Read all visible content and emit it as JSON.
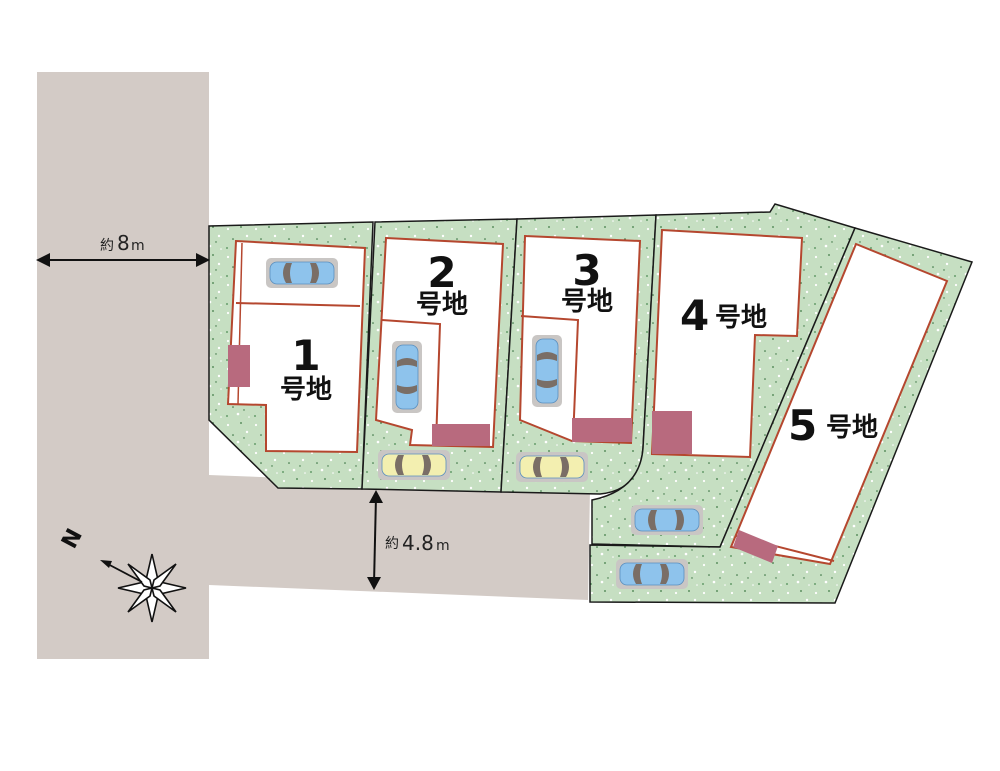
{
  "colors": {
    "road": "#d3cbc6",
    "lot_green": "#c6dfc2",
    "lot_border": "#1a1a1a",
    "building_outline": "#b5472f",
    "entrance": "#b86a7e",
    "parking_pad": "#c9c6c4",
    "car_blue": "#8ec3ec",
    "car_yellow": "#f3efb0",
    "tire": "#7a6e66"
  },
  "dimensions": {
    "west_road": {
      "prefix": "約",
      "value": "8",
      "unit": "m"
    },
    "south_road": {
      "prefix": "約",
      "value": "4.8",
      "unit": "m"
    }
  },
  "compass": {
    "label": "N"
  },
  "lots": [
    {
      "id": 1,
      "number": "1",
      "suffix": "号地"
    },
    {
      "id": 2,
      "number": "2",
      "suffix": "号地"
    },
    {
      "id": 3,
      "number": "3",
      "suffix": "号地"
    },
    {
      "id": 4,
      "number": "4",
      "suffix": "号地"
    },
    {
      "id": 5,
      "number": "5",
      "suffix": "号地"
    }
  ]
}
